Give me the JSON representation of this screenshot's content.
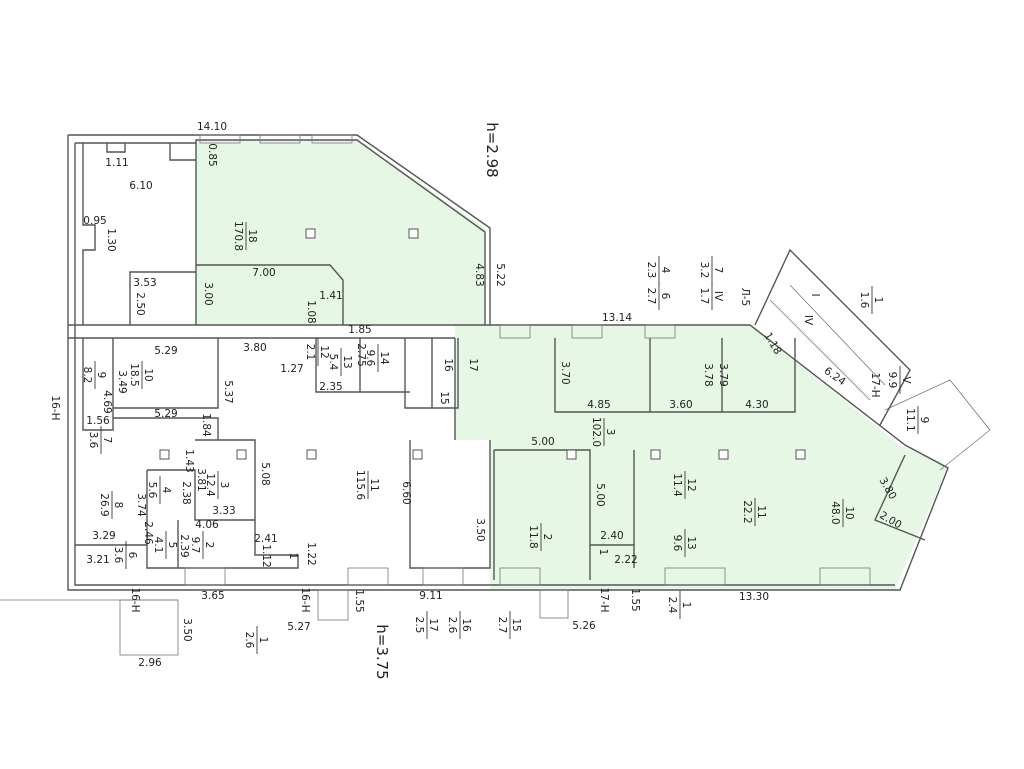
{
  "plan": {
    "heights": [
      "h=2.98",
      "h=3.75"
    ],
    "dimensions": [
      "14.10",
      "1.11",
      "0.85",
      "6.10",
      "0.95",
      "1.30",
      "3.53",
      "2.50",
      "7.00",
      "3.00",
      "1.41",
      "1.08",
      "1.85",
      "4.83",
      "5.22",
      "5.29",
      "3.80",
      "3.49",
      "4.69",
      "5.37",
      "1.27",
      "2.75",
      "2.35",
      "1.56",
      "5.29",
      "1.84",
      "1.43",
      "3.81",
      "5.08",
      "3.33",
      "2.38",
      "3.74",
      "4.06",
      "2.39",
      "2.46",
      "3.29",
      "3.21",
      "2.41",
      "1.12",
      "1.22",
      "6.60",
      "3.50",
      "3.65",
      "5.27",
      "1.55",
      "3.50",
      "2.96",
      "9.11",
      "13.14",
      "3.70",
      "4.85",
      "3.78",
      "3.79",
      "3.60",
      "4.30",
      "5.00",
      "5.00",
      "2.40",
      "2.22",
      "1.55",
      "5.26",
      "13.30",
      "3.80",
      "2.00",
      "6.24",
      "1.18",
      "Л-5"
    ],
    "stair_labels": [
      "16-Н",
      "16-Н",
      "16-Н",
      "17-Н",
      "17-Н"
    ],
    "rooms": [
      {
        "num": "18",
        "area": "170.8"
      },
      {
        "num": "10",
        "area": "18.5"
      },
      {
        "num": "9",
        "area": "8.2"
      },
      {
        "num": "7",
        "area": "3.6"
      },
      {
        "num": "8",
        "area": "26.9"
      },
      {
        "num": "4",
        "area": "5.6"
      },
      {
        "num": "3",
        "area": "12.4"
      },
      {
        "num": "5",
        "area": "4.1"
      },
      {
        "num": "6",
        "area": "3.6"
      },
      {
        "num": "2",
        "area": "9.7"
      },
      {
        "num": "11",
        "area": "115.6"
      },
      {
        "num": "12",
        "area": "2.1"
      },
      {
        "num": "13",
        "area": "5.4"
      },
      {
        "num": "14",
        "area": "9.6"
      },
      {
        "num": "3",
        "area": "102.0"
      },
      {
        "num": "2",
        "area": "11.8"
      },
      {
        "num": "12",
        "area": "11.4"
      },
      {
        "num": "11",
        "area": "22.2"
      },
      {
        "num": "13",
        "area": "9.6"
      },
      {
        "num": "10",
        "area": "48.0"
      },
      {
        "num": "9",
        "area": "11.1"
      },
      {
        "num": "V",
        "area": "9.9"
      },
      {
        "num": "1",
        "area": "2.6"
      },
      {
        "num": "17",
        "area": "2.5"
      },
      {
        "num": "16",
        "area": "2.6"
      },
      {
        "num": "15",
        "area": "2.7"
      },
      {
        "num": "1",
        "area": "2.4"
      },
      {
        "num": "7",
        "area": "3.2"
      },
      {
        "num": "4",
        "area": "2.3"
      },
      {
        "num": "IV",
        "area": "1.7"
      },
      {
        "num": "6",
        "area": "2.7"
      },
      {
        "num": "1",
        "area": "1.6"
      }
    ],
    "room_numbers_only": [
      "16",
      "15",
      "17",
      "1",
      "1",
      "I",
      "IV"
    ]
  }
}
